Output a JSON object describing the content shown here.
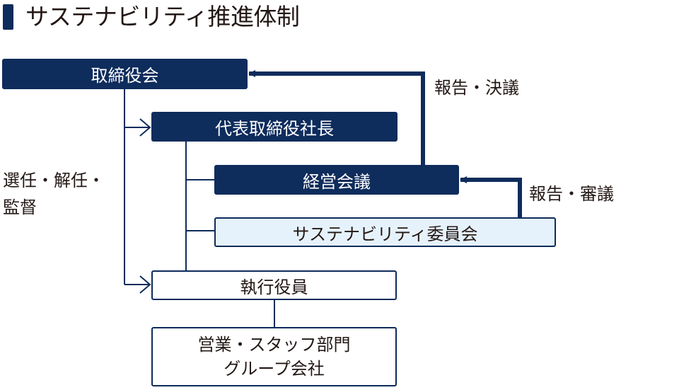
{
  "title": "サステナビリティ推進体制",
  "nodes": {
    "board": "取締役会",
    "president": "代表取締役社長",
    "management_meeting": "経営会議",
    "sustainability_committee": "サステナビリティ委員会",
    "executive_officers": "執行役員",
    "departments_line1": "営業・スタッフ部門",
    "departments_line2": "グループ会社"
  },
  "edges": {
    "report_resolution": "報告・決議",
    "report_deliberation": "報告・審議",
    "oversight_line1": "選任・解任・",
    "oversight_line2": "監督"
  },
  "colors": {
    "navy": "#0e2c5c",
    "light_blue": "#e6f2fb"
  }
}
